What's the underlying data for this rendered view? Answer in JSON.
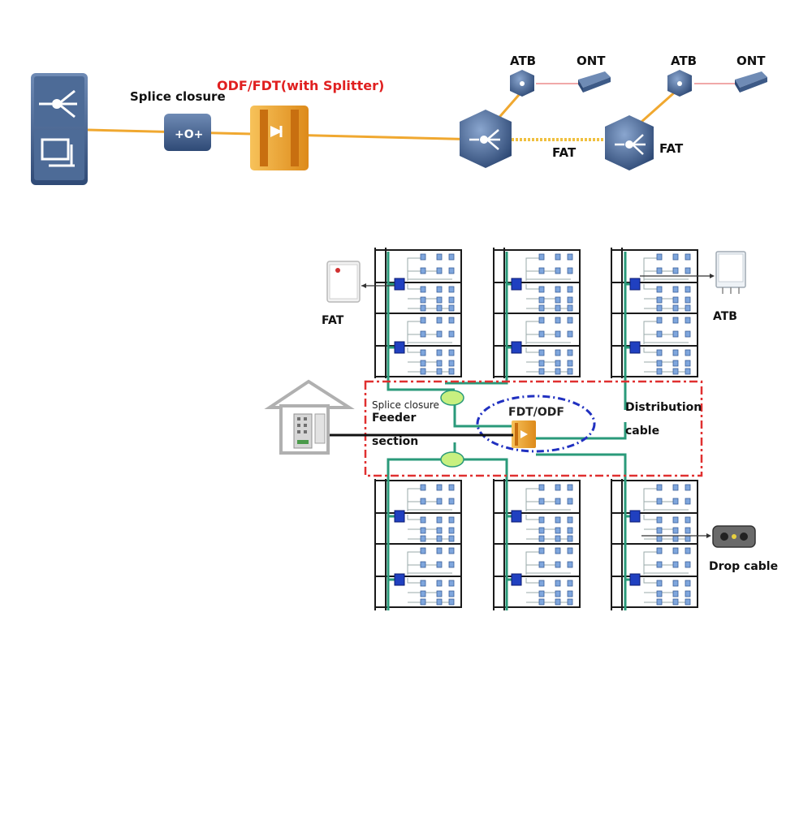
{
  "top_diagram": {
    "splice_closure_label": "Splice closure",
    "odf_label": "ODF/FDT(with Splitter)",
    "fat_label_1": "FAT",
    "fat_label_2": "FAT",
    "atb_label_1": "ATB",
    "ont_label_1": "ONT",
    "atb_label_2": "ATB",
    "ont_label_2": "ONT"
  },
  "bottom_diagram": {
    "fat_label": "FAT",
    "atb_label": "ATB",
    "splice_closure_label": "Splice closure",
    "feeder_line1": "Feeder",
    "feeder_line2": "section",
    "fdt_odf_label": "FDT/ODF",
    "distribution_line1": "Distribution",
    "distribution_line2": "cable",
    "drop_cable_label": "Drop cable"
  },
  "colors": {
    "fiber": "#f0a830",
    "device_blue": "#3d5a87",
    "odf_orange": "#f0a830",
    "odf_label_red": "#e02020",
    "cable_green": "#2a9a7a",
    "splitter_blue": "#2040c0",
    "region_red": "#e03030",
    "region_blue": "#2030c0",
    "oval_green": "#c8f080"
  }
}
